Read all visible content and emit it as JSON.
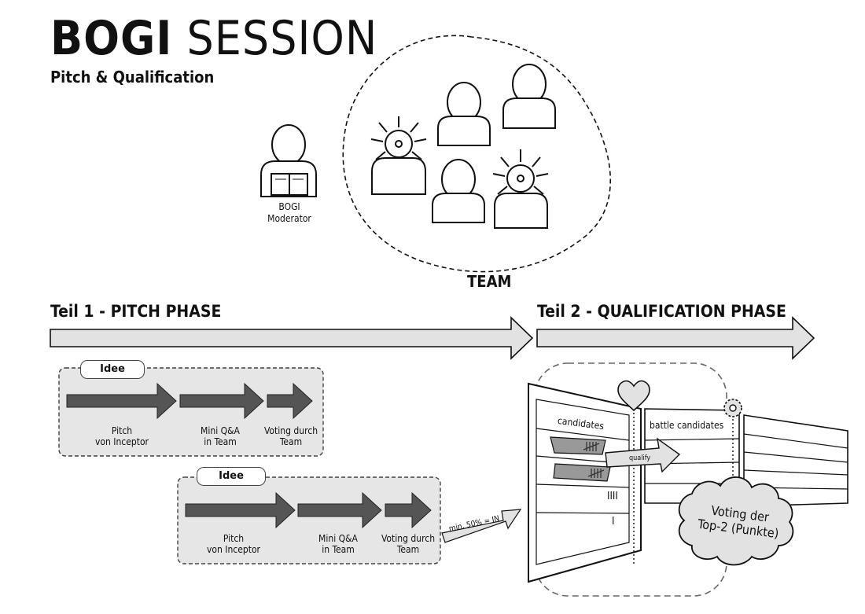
{
  "header": {
    "title_bold": "BOGI",
    "title_light": "SESSION",
    "subtitle": "Pitch & Qualification"
  },
  "moderator": {
    "label": "BOGI\nModerator"
  },
  "team": {
    "label": "TEAM"
  },
  "phases": {
    "part1": "Teil 1 - PITCH PHASE",
    "part2": "Teil 2 - QUALIFICATION PHASE"
  },
  "pitch_rows": [
    {
      "idee": "Idee",
      "steps": [
        "Pitch\nvon Inceptor",
        "Mini Q&A\nin Team",
        "Voting durch\nTeam"
      ]
    },
    {
      "idee": "Idee",
      "steps": [
        "Pitch\nvon Inceptor",
        "Mini Q&A\nin Team",
        "Voting durch\nTeam"
      ]
    }
  ],
  "threshold": "min. 50% = IN",
  "board": {
    "candidates": "candidates",
    "battle_candidates": "battle candidates",
    "qualify": "qualify",
    "tally_1": "IIII",
    "tally_2": "I"
  },
  "cloud": {
    "text": "Voting der\nTop-2 (Punkte)"
  },
  "colors": {
    "arrow_dark": "#555555",
    "arrow_light": "#e2e2e2",
    "box_fill": "#e6e6e6",
    "stroke": "#111111"
  },
  "icons": [
    "person-icon",
    "inceptor-idea-icon",
    "reading-moderator-icon",
    "heart-icon",
    "gear-icon",
    "cloud-icon"
  ]
}
